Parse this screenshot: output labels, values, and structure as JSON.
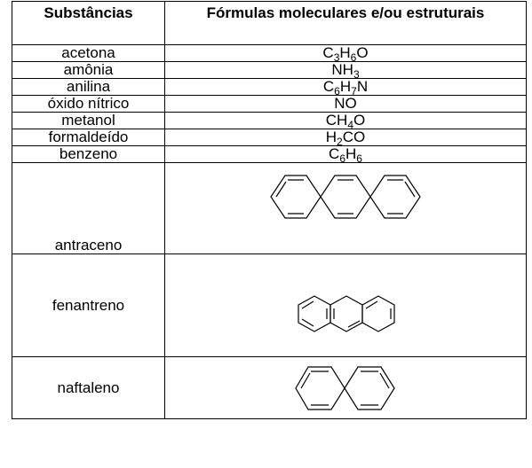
{
  "table": {
    "headers": [
      "Substâncias",
      "Fórmulas moleculares e/ou estruturais"
    ],
    "rows": [
      {
        "name": "acetona",
        "formula": [
          [
            "C",
            "3"
          ],
          [
            "H",
            "6"
          ],
          [
            "O",
            ""
          ]
        ]
      },
      {
        "name": "amônia",
        "formula": [
          [
            "NH",
            "3"
          ]
        ]
      },
      {
        "name": "anilina",
        "formula": [
          [
            "C",
            "6"
          ],
          [
            "H",
            "7"
          ],
          [
            "N",
            ""
          ]
        ]
      },
      {
        "name": "óxido nítrico",
        "formula": [
          [
            "NO",
            ""
          ]
        ]
      },
      {
        "name": "metanol",
        "formula": [
          [
            "CH",
            "4"
          ],
          [
            "O",
            ""
          ]
        ]
      },
      {
        "name": "formaldeído",
        "formula": [
          [
            "H",
            "2"
          ],
          [
            "CO",
            ""
          ]
        ]
      },
      {
        "name": "benzeno",
        "formula": [
          [
            "C",
            "6"
          ],
          [
            "H",
            "6"
          ]
        ]
      },
      {
        "name": "antraceno",
        "structure": "anthracene-structure"
      },
      {
        "name": "fenantreno",
        "structure": "phenanthrene-structure"
      },
      {
        "name": "naftaleno",
        "structure": "naphthalene-structure"
      }
    ]
  }
}
